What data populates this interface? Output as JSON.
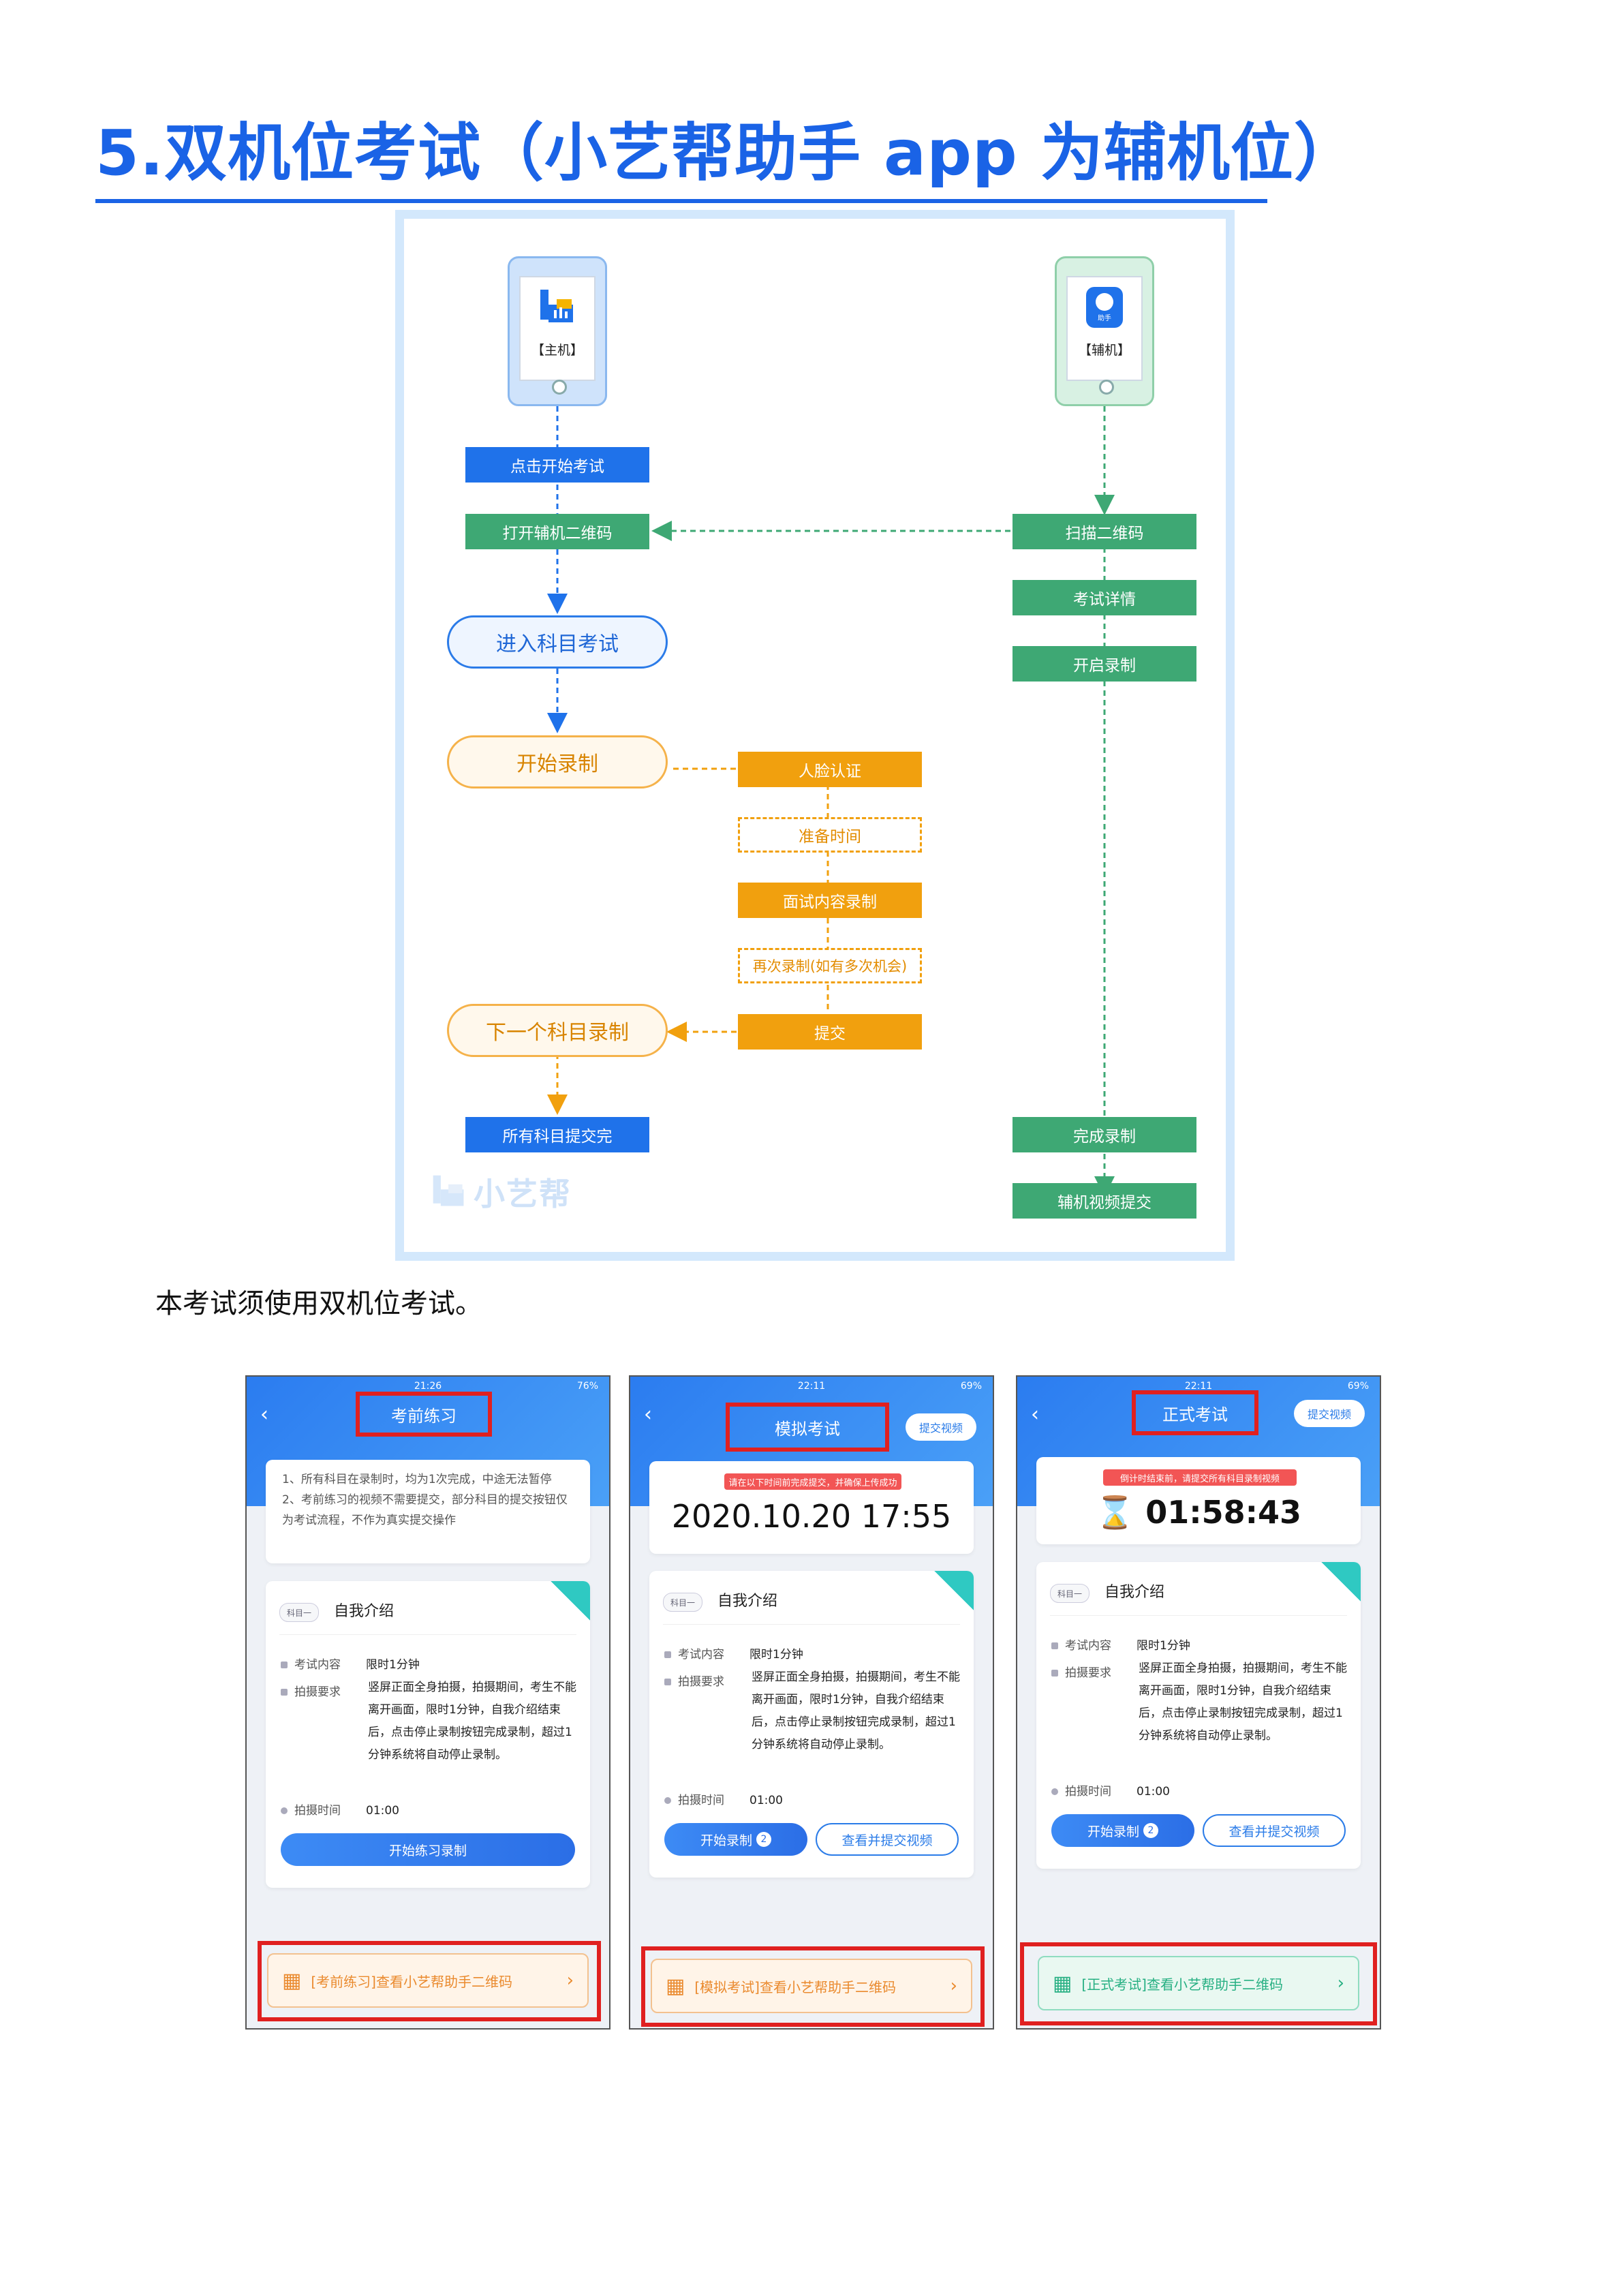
{
  "heading": "5.双机位考试（小艺帮助手 app 为辅机位）",
  "flowchart": {
    "main_phone_label": "【主机】",
    "aux_phone_label": "【辅机】",
    "aux_logo_text": "助手",
    "main_steps": [
      "点击开始考试",
      "打开辅机二维码",
      "进入科目考试",
      "开始录制",
      "下一个科目录制",
      "所有科目提交完"
    ],
    "aux_steps": [
      "扫描二维码",
      "考试详情",
      "开启录制",
      "完成录制",
      "辅机视频提交"
    ],
    "middle_steps": [
      "人脸认证",
      "准备时间",
      "面试内容录制",
      "再次录制(如有多次机会)",
      "提交"
    ],
    "watermark": "小艺帮",
    "colors": {
      "blue": "#1f72ea",
      "green": "#3ea874",
      "orange": "#f1a00e",
      "frame": "#d3e8fc"
    }
  },
  "intro_text": "本考试须使用双机位考试。",
  "screens": [
    {
      "time": "21:26",
      "battery": "76%",
      "title": "考前练习",
      "notice_1": "1、所有科目在录制时，均为1次完成，中途无法暂停",
      "notice_2": "2、考前练习的视频不需要提交，部分科目的提交按钮仅为考试流程，不作为真实提交操作",
      "subject_tag": "科目一",
      "subject_name": "自我介绍",
      "content_key": "考试内容",
      "content_val": "限时1分钟",
      "req_key": "拍摄要求",
      "req_val": "竖屏正面全身拍摄，拍摄期间，考生不能离开画面，限时1分钟，自我介绍结束后，点击停止录制按钮完成录制，超过1分钟系统将自动停止录制。",
      "duration_key": "拍摄时间",
      "duration_val": "01:00",
      "button": "开始练习录制",
      "qr_text": "[考前练习]查看小艺帮助手二维码"
    },
    {
      "time": "22:11",
      "battery": "69%",
      "title": "模拟考试",
      "submit_video": "提交视频",
      "banner": "请在以下时间前完成提交，并确保上传成功",
      "datetime": "2020.10.20 17:55",
      "subject_tag": "科目一",
      "subject_name": "自我介绍",
      "content_key": "考试内容",
      "content_val": "限时1分钟",
      "req_key": "拍摄要求",
      "req_val": "竖屏正面全身拍摄，拍摄期间，考生不能离开画面，限时1分钟，自我介绍结束后，点击停止录制按钮完成录制，超过1分钟系统将自动停止录制。",
      "duration_key": "拍摄时间",
      "duration_val": "01:00",
      "start_button": "开始录制",
      "badge": "2",
      "view_button": "查看并提交视频",
      "qr_text": "[模拟考试]查看小艺帮助手二维码"
    },
    {
      "time": "22:11",
      "battery": "69%",
      "title": "正式考试",
      "submit_video": "提交视频",
      "banner": "倒计时结束前，请提交所有科目录制视频",
      "countdown": "01:58:43",
      "subject_tag": "科目一",
      "subject_name": "自我介绍",
      "content_key": "考试内容",
      "content_val": "限时1分钟",
      "req_key": "拍摄要求",
      "req_val": "竖屏正面全身拍摄，拍摄期间，考生不能离开画面，限时1分钟，自我介绍结束后，点击停止录制按钮完成录制，超过1分钟系统将自动停止录制。",
      "duration_key": "拍摄时间",
      "duration_val": "01:00",
      "start_button": "开始录制",
      "badge": "2",
      "view_button": "查看并提交视频",
      "qr_text": "[正式考试]查看小艺帮助手二维码"
    }
  ]
}
